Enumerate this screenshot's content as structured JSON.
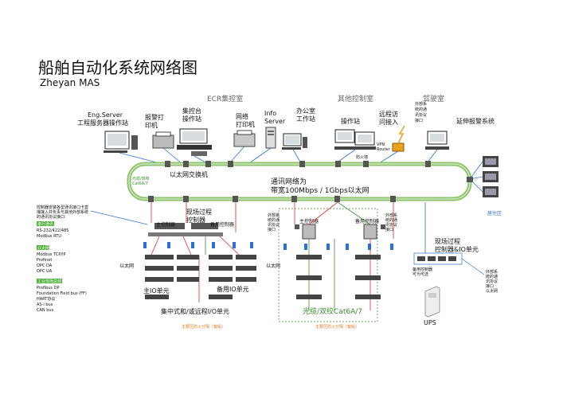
{
  "header": {
    "title": "船舶自动化系统网络图",
    "subtitle": "Zheyan MAS"
  },
  "sections": {
    "ecr": "ECR集控室",
    "other": "其他控制室",
    "bridge": "驾驶室"
  },
  "stations": {
    "eng_server_en": "Eng.Server",
    "eng_server_cn": "工程服务器操作站",
    "alarm_printer": "报警打印机",
    "console_station": "集控台操作站",
    "net_printer": "网络打印机",
    "info_server": "Info Server",
    "office_station": "办公室工作站",
    "ops_station": "操作站",
    "remote_access": "远程访问接入",
    "vpn_router": "VPN Router",
    "firewall": "防火墙",
    "ext_bridge": "外部系统的通讯协议接口",
    "ext_alarm": "延伸报警系统"
  },
  "network": {
    "switch_label": "以太网交换机",
    "cable_label": "光缆/双绞Cat6A/7",
    "bandwidth_line1": "通讯网络为",
    "bandwidth_line2": "带宽100Mbps / 1Gbps以太网",
    "living_area": "居住区"
  },
  "left_notes": {
    "intro": "控制器安装各型通讯接口卡直接接入并负责与其他外部系统的通讯协议接口:",
    "serial_tag": "串行通讯",
    "serial_items": [
      "RS-232/422/485",
      "Modbus RTU"
    ],
    "ethernet_tag": "以太网",
    "ethernet_items": [
      "Modbus TCP/IP",
      "Profinet",
      "OPC DA",
      "OPC UA"
    ],
    "fieldbus_tag": "工业现场总线",
    "fieldbus_items": [
      "Profibus DP",
      "Foundation Field bus (FF)",
      "HART协议",
      "AS-i bus",
      "CAN bus"
    ]
  },
  "field": {
    "field_control_left": "现场过程控制器",
    "main_controller": "主控制器",
    "backup_controller": "备用控制器",
    "main_io": "主IO单元",
    "backup_io": "备用IO单元",
    "ethernet": "以太网",
    "centralized_io": "集中式和/或远程I/O单元",
    "ext_middle": "外部系统的通讯协议接口",
    "main_controller_2": "主控制器",
    "backup_controller_2": "备用控制器",
    "field_control_right": "现场过程控制器&IO单元",
    "backup_optional": "备用控制器可为可选",
    "ext_right": "外部系统的通讯协议以太网",
    "fiber_cat": "光缆/双绞Cat6A/7",
    "ups": "UPS",
    "fire_zone_left": "主要区防火分隔（客船）",
    "fire_zone_mid": "主要区防火分隔（客船）"
  },
  "colors": {
    "backbone": "#8cc26b",
    "backbone_inner": "#cfe8bf",
    "copper": "#d9302b",
    "fiber": "#3a8c2f",
    "link_blue": "#2f6fd1",
    "tag_green": "#4caf3a"
  }
}
